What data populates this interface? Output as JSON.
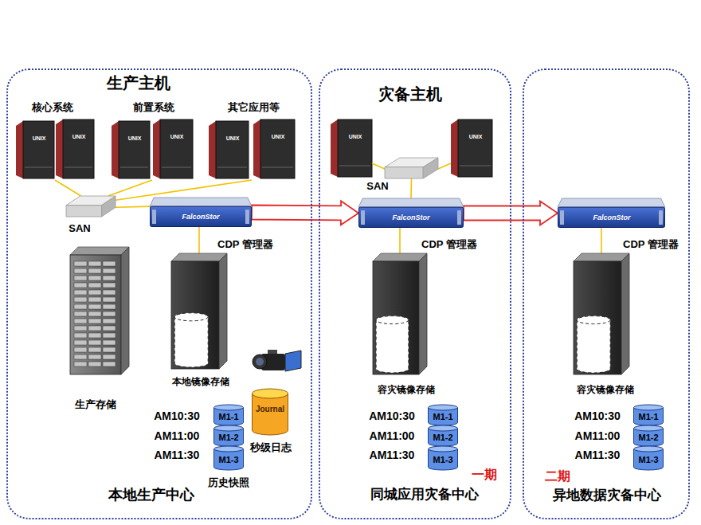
{
  "diagram": {
    "nodes": [
      {
        "text": [
          "生产主机",
          "本地生产中心"
        ]
      },
      {
        "text": [
          "核心系统"
        ],
        "in": 0
      },
      {
        "text": [
          "前置系统"
        ],
        "in": 0
      },
      {
        "text": [
          "其它应用等"
        ],
        "in": 0
      },
      {
        "text": [
          "SAN"
        ],
        "in": 0
      },
      {
        "text": [
          "FalconStor",
          "CDP 管理器"
        ],
        "in": 0
      },
      {
        "text": [
          "生产存储"
        ],
        "in": 0
      },
      {
        "text": [
          "本地镜像存储"
        ],
        "in": 0
      },
      {
        "text": [
          "M1-1"
        ],
        "in": 0
      },
      {
        "text": [
          "M1-2"
        ],
        "in": 0
      },
      {
        "text": [
          "M1-3"
        ],
        "in": 0
      },
      {
        "text": [
          "Journal"
        ],
        "in": 0
      },
      {
        "text": [
          "灾备主机",
          "同城应用灾备中心"
        ]
      },
      {
        "text": [
          "SAN"
        ],
        "in": 12
      },
      {
        "text": [
          "FalconStor",
          "CDP 管理器"
        ],
        "in": 12
      },
      {
        "text": [
          "容灾镜像存储"
        ],
        "in": 12
      },
      {
        "text": [
          "M1-1"
        ],
        "in": 12
      },
      {
        "text": [
          "M1-2"
        ],
        "in": 12
      },
      {
        "text": [
          "M1-3"
        ],
        "in": 12
      },
      {
        "text": [
          "异地数据灾备中心"
        ]
      },
      {
        "text": [
          "FalconStor",
          "CDP 管理器"
        ],
        "in": 19
      },
      {
        "text": [
          "容灾镜像存储"
        ],
        "in": 19
      },
      {
        "text": [
          "M1-1"
        ],
        "in": 19
      },
      {
        "text": [
          "M1-2"
        ],
        "in": 19
      },
      {
        "text": [
          "M1-3"
        ],
        "in": 19
      }
    ],
    "edges": [
      {
        "from": 4,
        "to": 1,
        "arrow": "none"
      },
      {
        "from": 4,
        "to": 2,
        "arrow": "none"
      },
      {
        "from": 4,
        "to": 3,
        "arrow": "none"
      },
      {
        "from": 4,
        "to": 5,
        "arrow": "none"
      },
      {
        "from": 5,
        "to": 7,
        "arrow": "none"
      },
      {
        "from": 5,
        "to": 14,
        "arrow": "to"
      },
      {
        "from": 13,
        "to": 14,
        "arrow": "none"
      },
      {
        "from": 14,
        "to": 15,
        "arrow": "none"
      },
      {
        "from": 14,
        "to": 20,
        "arrow": "to"
      },
      {
        "from": 20,
        "to": 21,
        "arrow": "none"
      }
    ],
    "labels": [
      "UNIX",
      "UNIX",
      "UNIX",
      "UNIX",
      "UNIX",
      "UNIX",
      "AM10:30",
      "AM11:00",
      "AM11:30",
      "秒级日志",
      "历史快照",
      "UNIX",
      "UNIX",
      "AM10:30",
      "AM11:00",
      "AM11:30",
      "一期",
      "AM10:30",
      "AM11:00",
      "AM11:30",
      "二期"
    ]
  }
}
